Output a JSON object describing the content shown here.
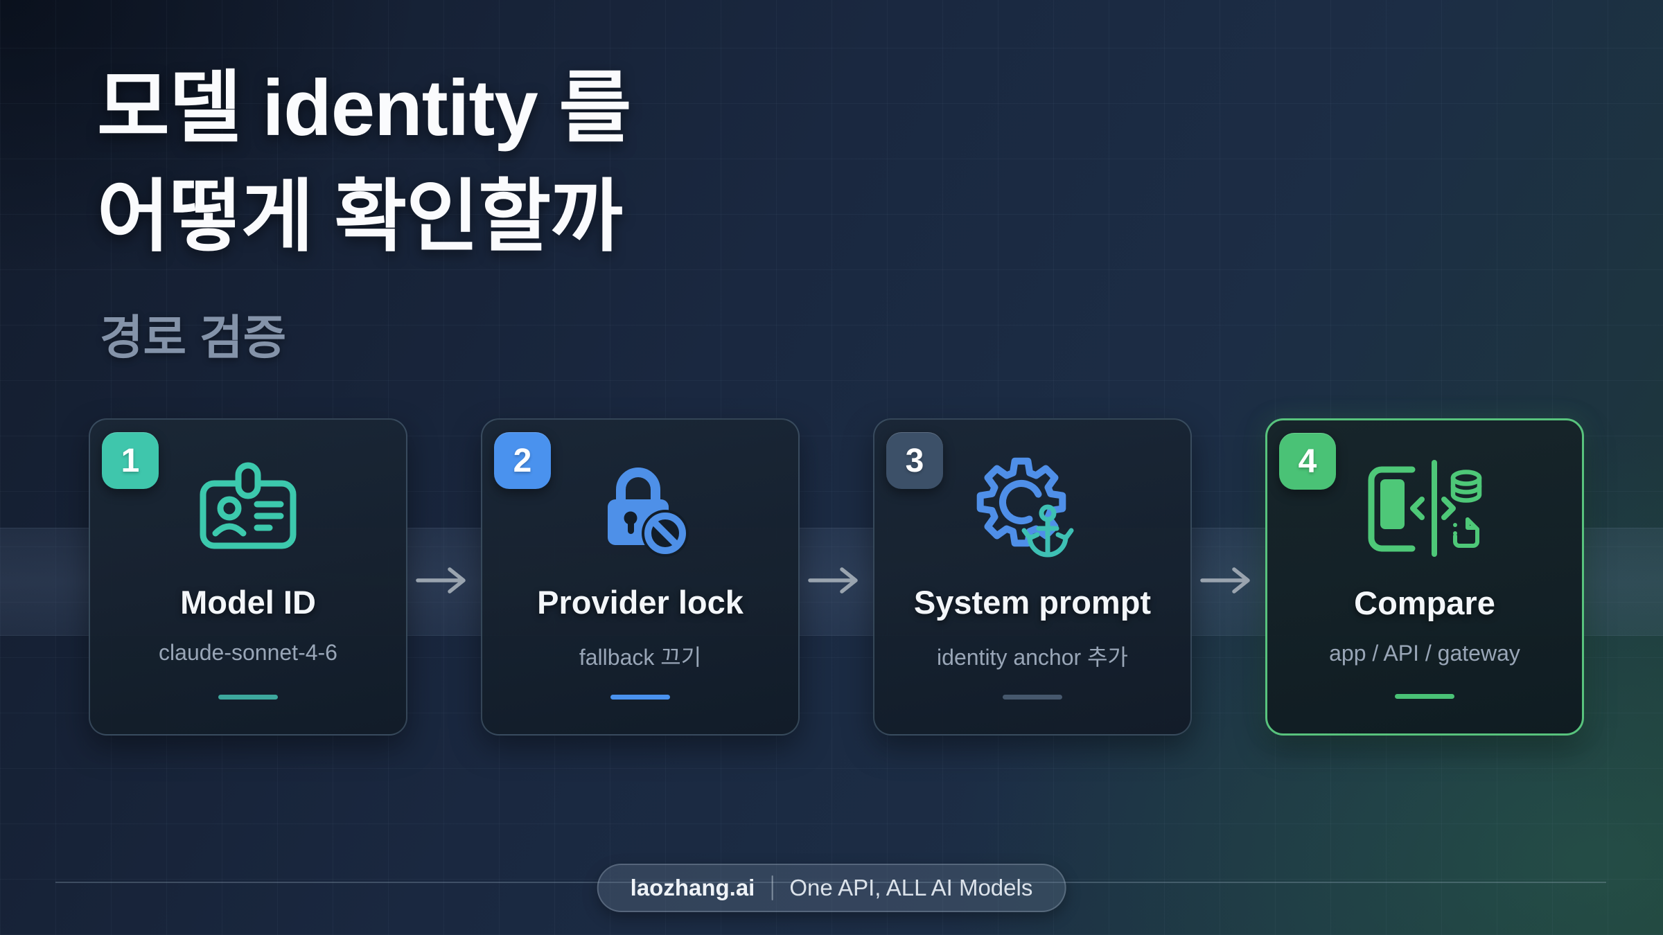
{
  "header": {
    "title_line1": "모델 identity 를",
    "title_line2": "어떻게 확인할까",
    "subtitle": "경로 검증"
  },
  "steps": [
    {
      "number": "1",
      "title": "Model ID",
      "subtitle": "claude-sonnet-4-6",
      "icon": "id-card-icon",
      "badge_color": "#3fc6ac",
      "accent_color": "#3da89d",
      "icon_color": "#3cc9ad",
      "highlighted": false
    },
    {
      "number": "2",
      "title": "Provider lock",
      "subtitle": "fallback 끄기",
      "icon": "lock-blocked-icon",
      "badge_color": "#4a92ee",
      "accent_color": "#4a92ee",
      "icon_color": "#4e90e8",
      "highlighted": false
    },
    {
      "number": "3",
      "title": "System prompt",
      "subtitle": "identity anchor 추가",
      "icon": "gear-anchor-icon",
      "badge_color": "#3c5068",
      "accent_color": "#46586d",
      "icon_color": "#4f8fe8",
      "icon_secondary_color": "#3ec0b4",
      "highlighted": false
    },
    {
      "number": "4",
      "title": "Compare",
      "subtitle": "app / API / gateway",
      "icon": "compare-sources-icon",
      "badge_color": "#4ac276",
      "accent_color": "#4ac276",
      "icon_color": "#4ec878",
      "highlighted": true
    }
  ],
  "footer": {
    "brand": "laozhang.ai",
    "divider": "|",
    "tagline": "One API, ALL AI Models"
  },
  "colors": {
    "background_navy": "#1a2840",
    "background_teal_corner": "#1e3a36",
    "band_overlay": "#647a9a",
    "card_border": "#42566b",
    "highlight_green": "#58c37d",
    "arrow_gray": "#9aa4af",
    "title_white": "#fafbfd",
    "subtitle_gray": "#8493a9",
    "card_subtitle_gray": "#99a6b7"
  }
}
